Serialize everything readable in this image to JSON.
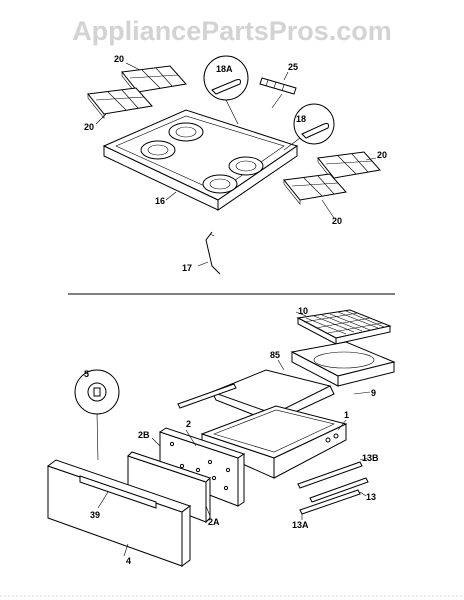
{
  "watermark": "AppliancePartsPros.com",
  "callouts": {
    "c20a": "20",
    "c20b": "20",
    "c20c": "20",
    "c20d": "20",
    "c18a": "18A",
    "c25": "25",
    "c18b": "18",
    "c16": "16",
    "c17": "17",
    "c10": "10",
    "c85": "85",
    "c9": "9",
    "c5": "5",
    "c1": "1",
    "c2": "2",
    "c2b": "2B",
    "c13b": "13B",
    "c13": "13",
    "c13a": "13A",
    "c2a": "2A",
    "c39": "39",
    "c4": "4"
  }
}
